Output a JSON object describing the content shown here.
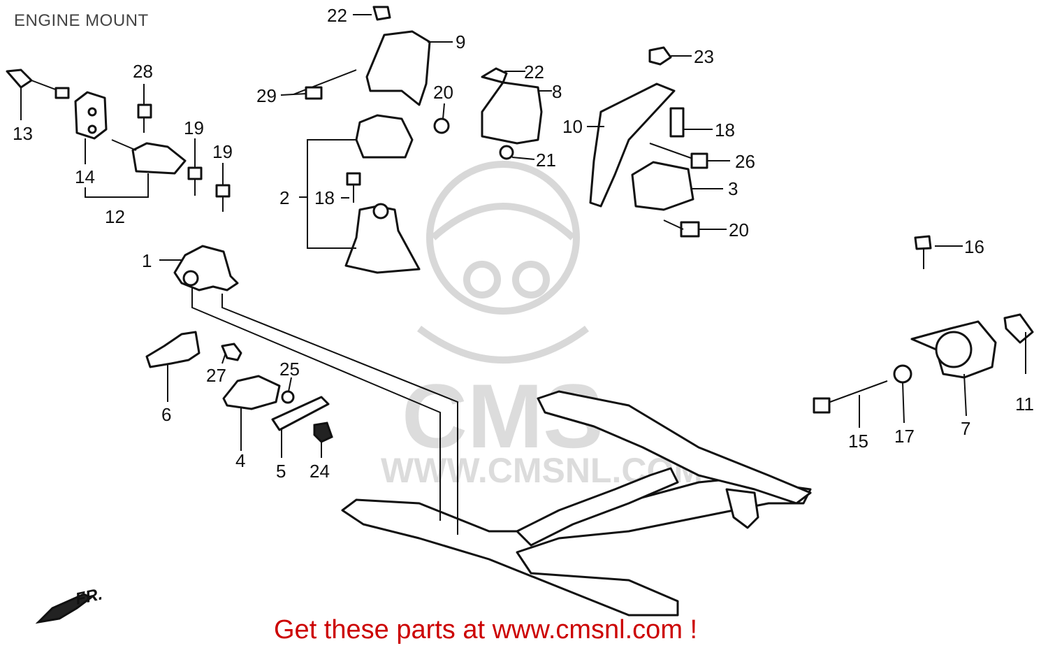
{
  "title": "ENGINE MOUNT",
  "footer": "Get these parts at www.cmsnl.com !",
  "watermark": {
    "logo": "CMS",
    "url": "WWW.CMSNL.COM"
  },
  "direction_label": "FR.",
  "callouts": [
    "22",
    "9",
    "29",
    "20",
    "22",
    "8",
    "23",
    "10",
    "18",
    "26",
    "3",
    "20",
    "21",
    "28",
    "13",
    "14",
    "12",
    "19",
    "19",
    "2",
    "18",
    "1",
    "16",
    "6",
    "27",
    "25",
    "4",
    "5",
    "24",
    "11",
    "7",
    "15",
    "17"
  ],
  "colors": {
    "footer": "#cc0000",
    "line": "#111111",
    "watermark": "#d8d8d8"
  }
}
